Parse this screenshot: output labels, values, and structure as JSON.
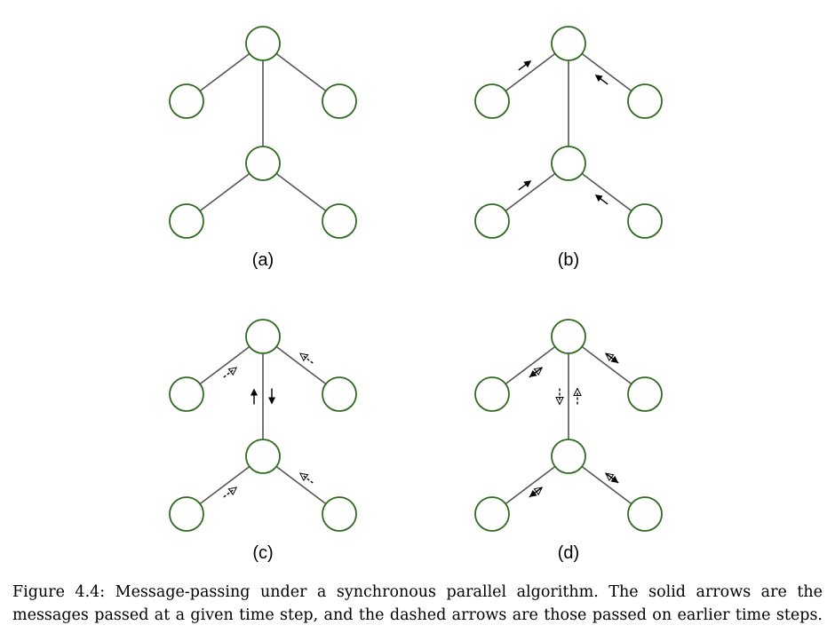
{
  "panels": [
    {
      "label": "(a)"
    },
    {
      "label": "(b)"
    },
    {
      "label": "(c)"
    },
    {
      "label": "(d)"
    }
  ],
  "caption": {
    "line1": "Figure 4.4:  Message-passing under a synchronous parallel algorithm.  The solid arrows are the",
    "line2": "messages passed at a given time step, and the dashed arrows are those passed on earlier time steps."
  },
  "colors": {
    "node": "#2f6b1f",
    "edge": "#555555",
    "arrow": "#000000"
  }
}
